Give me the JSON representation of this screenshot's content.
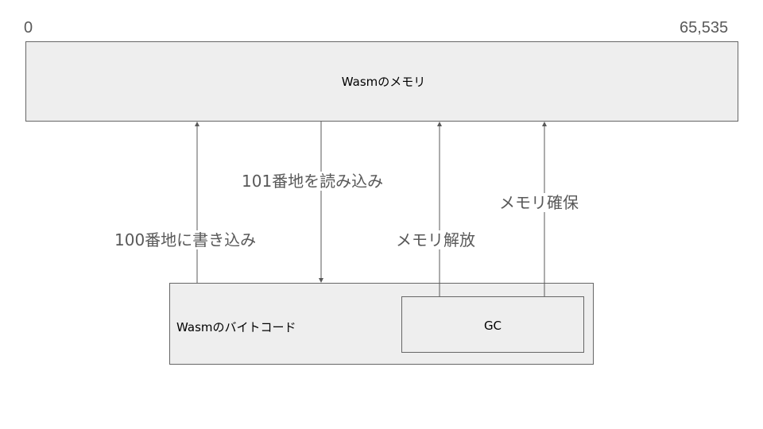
{
  "memory": {
    "start_address": "0",
    "end_address": "65,535",
    "label": "Wasmのメモリ"
  },
  "bytecode": {
    "label": "Wasmのバイトコード",
    "gc_label": "GC"
  },
  "edges": {
    "write_100": "100番地に書き込み",
    "read_101": "101番地を読み込み",
    "free_memory": "メモリ解放",
    "allocate_memory": "メモリ確保"
  }
}
